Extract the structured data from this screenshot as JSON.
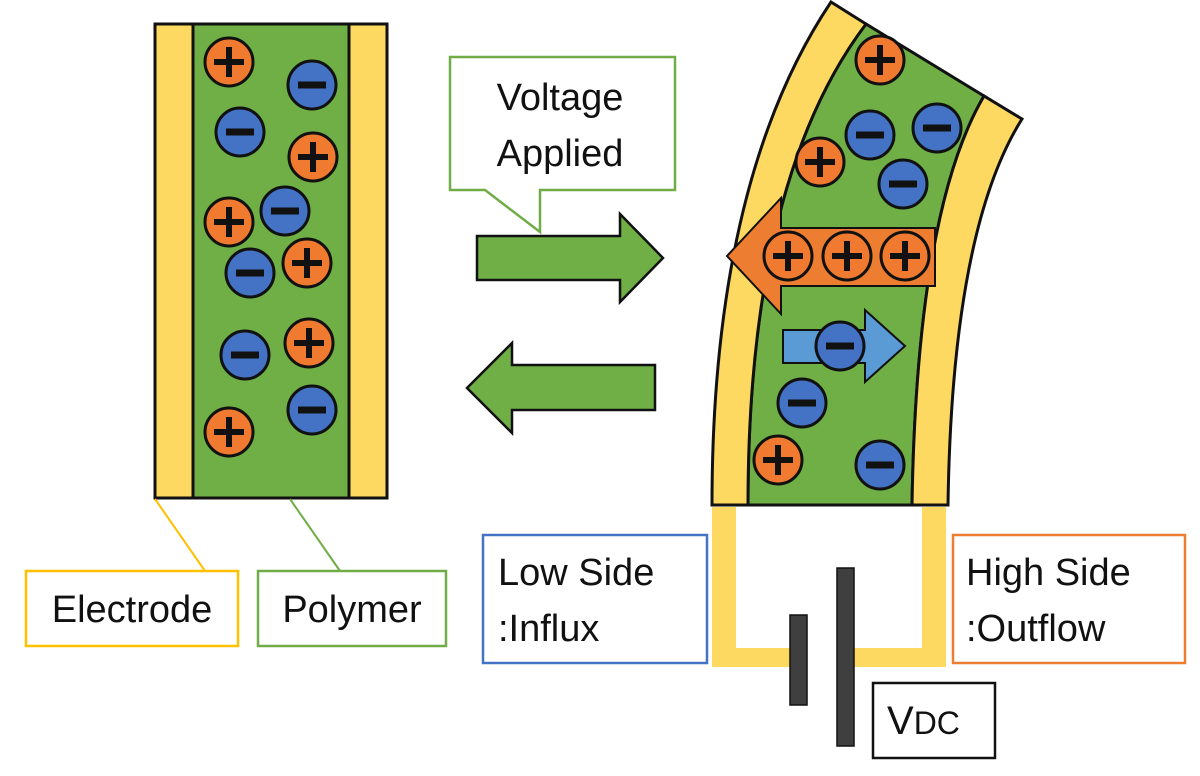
{
  "labels": {
    "voltage_line1": "Voltage",
    "voltage_line2": "Applied",
    "electrode": "Electrode",
    "polymer": "Polymer",
    "low_side_line1": "Low Side",
    "low_side_line2": ":Influx",
    "high_side_line1": "High Side",
    "high_side_line2": ":Outflow",
    "vdc_main": "V",
    "vdc_sub": "DC"
  },
  "colors": {
    "electrode": "#FDD961",
    "polymer": "#6FAF46",
    "cation": "#F07A2F",
    "anion": "#4472C4",
    "anion_arrow": "#5B9BD5",
    "arrow": "#6FAF46",
    "electrode_label_border": "#FFC000",
    "polymer_label_border": "#70AD47",
    "low_side_border": "#4472C4",
    "high_side_border": "#ED7D31",
    "battery": "#3F3F3F"
  },
  "icons": {
    "cation": "plus-circle-icon",
    "anion": "minus-circle-icon"
  }
}
